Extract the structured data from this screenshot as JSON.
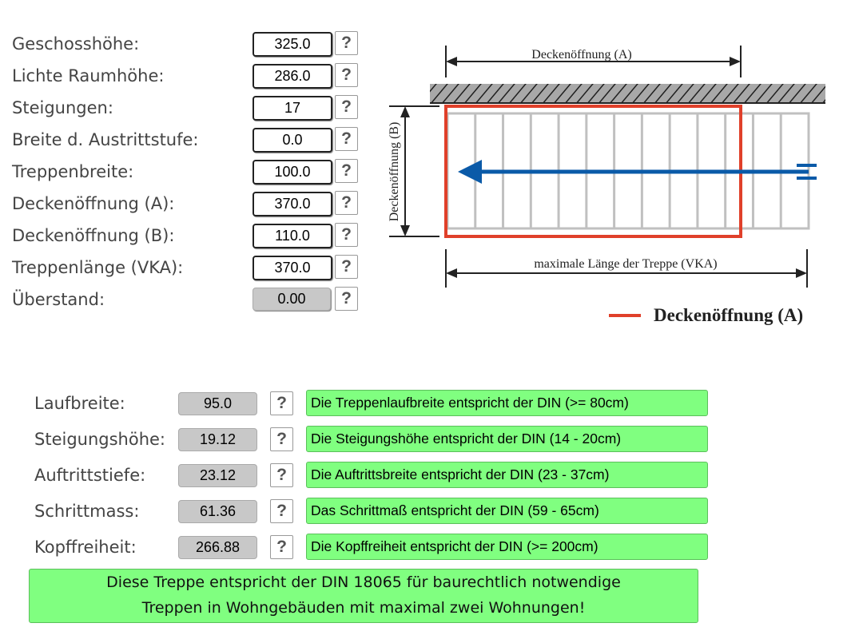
{
  "inputs": [
    {
      "label": "Geschosshöhe:",
      "value": "325.0"
    },
    {
      "label": "Lichte Raumhöhe:",
      "value": "286.0"
    },
    {
      "label": "Steigungen:",
      "value": "17"
    },
    {
      "label": "Breite d. Austrittstufe:",
      "value": "0.0"
    },
    {
      "label": "Treppenbreite:",
      "value": "100.0"
    },
    {
      "label": "Deckenöffnung (A):",
      "value": "370.0"
    },
    {
      "label": "Deckenöffnung (B):",
      "value": "110.0"
    },
    {
      "label": "Treppenlänge (VKA):",
      "value": "370.0"
    },
    {
      "label": "Überstand:",
      "value": "0.00"
    }
  ],
  "help_label": "?",
  "diagram": {
    "dim_a": "Deckenöffnung (A)",
    "dim_b": "Deckenöffnung (B)",
    "dim_vka": "maximale Länge der Treppe (VKA)",
    "legend": "Deckenöffnung (A)",
    "colors": {
      "opening": "#e0402a",
      "arrow": "#0a5aa8",
      "steps": "#c0c0c0"
    }
  },
  "results": [
    {
      "label": "Laufbreite:",
      "value": "95.0",
      "message": "Die Treppenlaufbreite entspricht der DIN (>= 80cm)"
    },
    {
      "label": "Steigungshöhe:",
      "value": "19.12",
      "message": "Die Steigungshöhe entspricht der DIN (14 - 20cm)"
    },
    {
      "label": "Auftrittstiefe:",
      "value": "23.12",
      "message": "Die Auftrittsbreite entspricht der DIN (23 - 37cm)"
    },
    {
      "label": "Schrittmass:",
      "value": "61.36",
      "message": "Das Schrittmaß entspricht der DIN (59 - 65cm)"
    },
    {
      "label": "Kopffreiheit:",
      "value": "266.88",
      "message": "Die Kopffreiheit entspricht der DIN (>= 200cm)"
    }
  ],
  "final": {
    "line1": "Diese Treppe entspricht der DIN 18065 für baurechtlich notwendige",
    "line2": "Treppen in Wohngebäuden mit maximal zwei Wohnungen!"
  }
}
